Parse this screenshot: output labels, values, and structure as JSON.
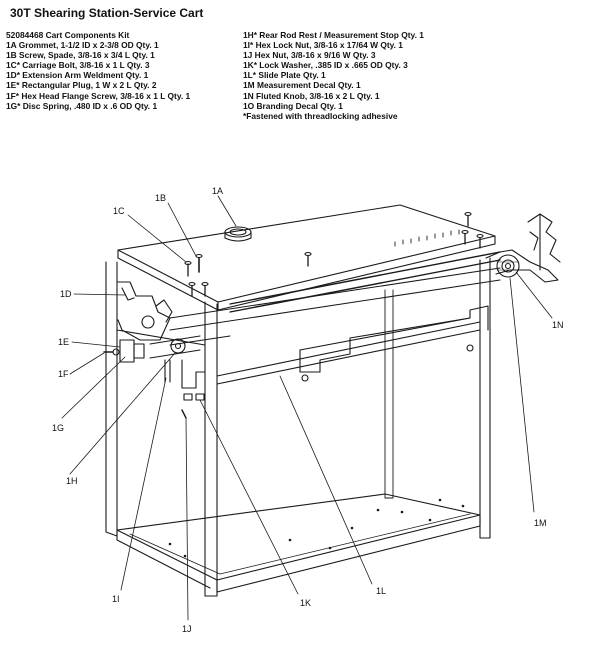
{
  "title": "30T Shearing Station-Service Cart",
  "kit_header": "52084468 Cart Components Kit",
  "parts_left": [
    "1A Grommet, 1-1/2 ID x 2-3/8 OD  Qty. 1",
    "1B Screw, Spade, 3/8-16 x 3/4 L  Qty. 1",
    "1C* Carriage Bolt, 3/8-16 x 1 L  Qty. 3",
    "1D* Extension Arm Weldment  Qty. 1",
    "1E* Rectangular Plug, 1 W x 2 L  Qty. 2",
    "1F* Hex Head Flange Screw, 3/8-16 x 1 L  Qty. 1",
    "1G* Disc Spring, .480 ID x .6 OD  Qty. 1"
  ],
  "parts_right": [
    "1H* Rear Rod Rest / Measurement Stop  Qty. 1",
    "1I* Hex Lock Nut, 3/8-16 x 17/64 W  Qty. 1",
    "1J Hex Nut, 3/8-16 x 9/16 W  Qty. 3",
    "1K* Lock Washer, .385 ID x .665 OD  Qty. 3",
    "1L* Slide Plate  Qty. 1",
    "1M Measurement Decal  Qty. 1",
    "1N Fluted Knob, 3/8-16 x 2 L  Qty. 1",
    "1O Branding Decal  Qty. 1",
    "*Fastened with threadlocking adhesive"
  ],
  "callouts": {
    "c1A": "1A",
    "c1B": "1B",
    "c1C": "1C",
    "c1D": "1D",
    "c1E": "1E",
    "c1F": "1F",
    "c1G": "1G",
    "c1H": "1H",
    "c1I": "1I",
    "c1J": "1J",
    "c1K": "1K",
    "c1L": "1L",
    "c1M": "1M",
    "c1N": "1N"
  }
}
